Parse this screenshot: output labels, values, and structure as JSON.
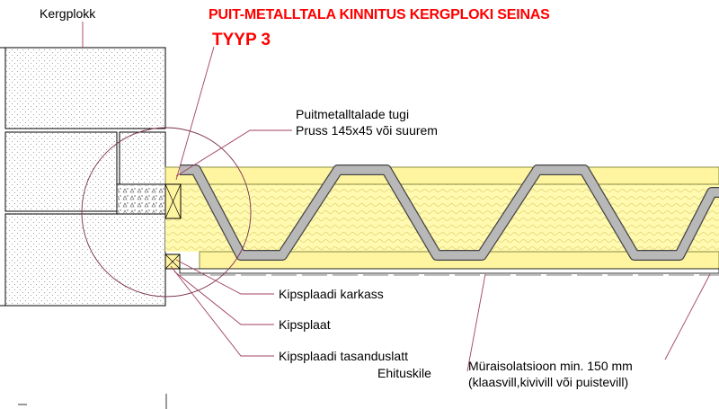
{
  "title": {
    "main": "PUIT-METALLTALA KINNITUS KERGPLOKI SEINAS",
    "sub": "TYYP 3"
  },
  "labels": {
    "kergplokk": "Kergplokk",
    "tugi_line1": "Puitmetalltalade tugi",
    "tugi_line2": "Pruss 145x45 või suurem",
    "karkass": "Kipsplaadi karkass",
    "kipsplaat": "Kipsplaat",
    "tasanduslatt": "Kipsplaadi tasanduslatt",
    "ehituskile": "Ehituskile",
    "muraisolatsioon_line1": "Müraisolatsioon min. 150 mm",
    "muraisolatsioon_line2": "(klaasvill,kivivill või puistevill)"
  },
  "colors": {
    "title": "#ff0000",
    "timber": "#fff5a0",
    "timber_stroke": "#8a8a40",
    "insulation": "#fffab0",
    "steel_web": "#b8b8b8",
    "leader": "#a04060",
    "block_dots": "#9a9a9a"
  }
}
